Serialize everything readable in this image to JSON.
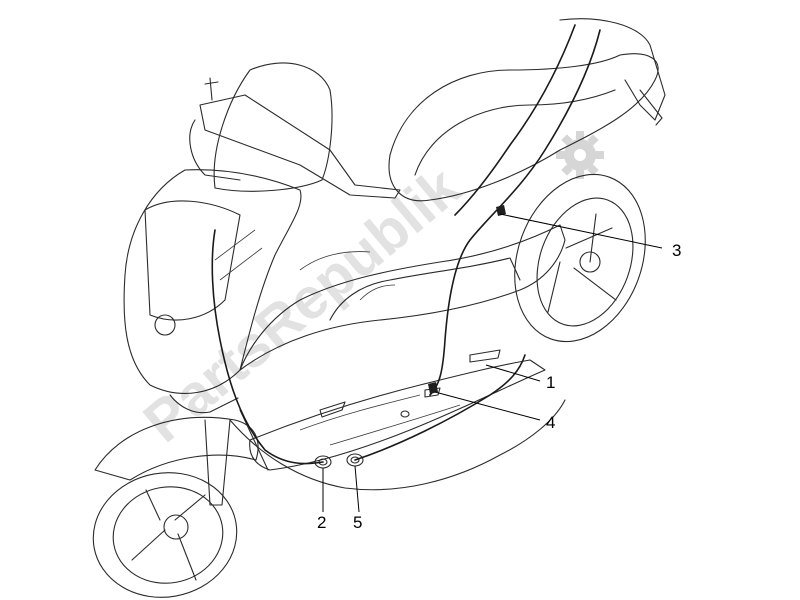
{
  "watermark": {
    "text": "PartsRepublik",
    "icon": "gear-icon",
    "color": "#d9d9d9"
  },
  "callouts": [
    {
      "id": "1",
      "label": "1"
    },
    {
      "id": "2",
      "label": "2"
    },
    {
      "id": "3",
      "label": "3"
    },
    {
      "id": "4",
      "label": "4"
    },
    {
      "id": "5",
      "label": "5"
    }
  ]
}
